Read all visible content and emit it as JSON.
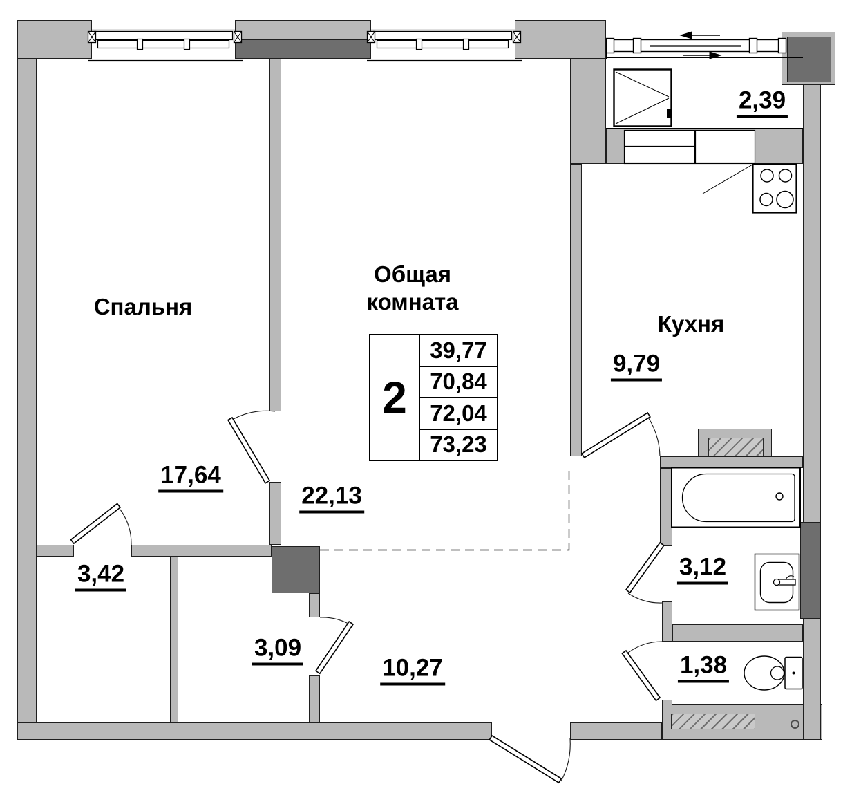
{
  "colors": {
    "wall_light": "#b9b9b9",
    "wall_dark": "#6e6e6e",
    "line": "#000000",
    "background": "#ffffff"
  },
  "rooms": {
    "bedroom": {
      "name": "Спальня",
      "area": "17,64"
    },
    "living": {
      "name_line1": "Общая",
      "name_line2": "комната",
      "area": "22,13"
    },
    "kitchen": {
      "name": "Кухня",
      "area": "9,79"
    },
    "storage_1": {
      "area": "3,42"
    },
    "storage_2": {
      "area": "3,09"
    },
    "hallway": {
      "area": "10,27"
    },
    "bathroom": {
      "area": "3,12"
    },
    "wc": {
      "area": "1,38"
    },
    "balcony": {
      "area": "2,39"
    }
  },
  "summary_table": {
    "rooms_count": "2",
    "areas": [
      "39,77",
      "70,84",
      "72,04",
      "73,23"
    ]
  }
}
